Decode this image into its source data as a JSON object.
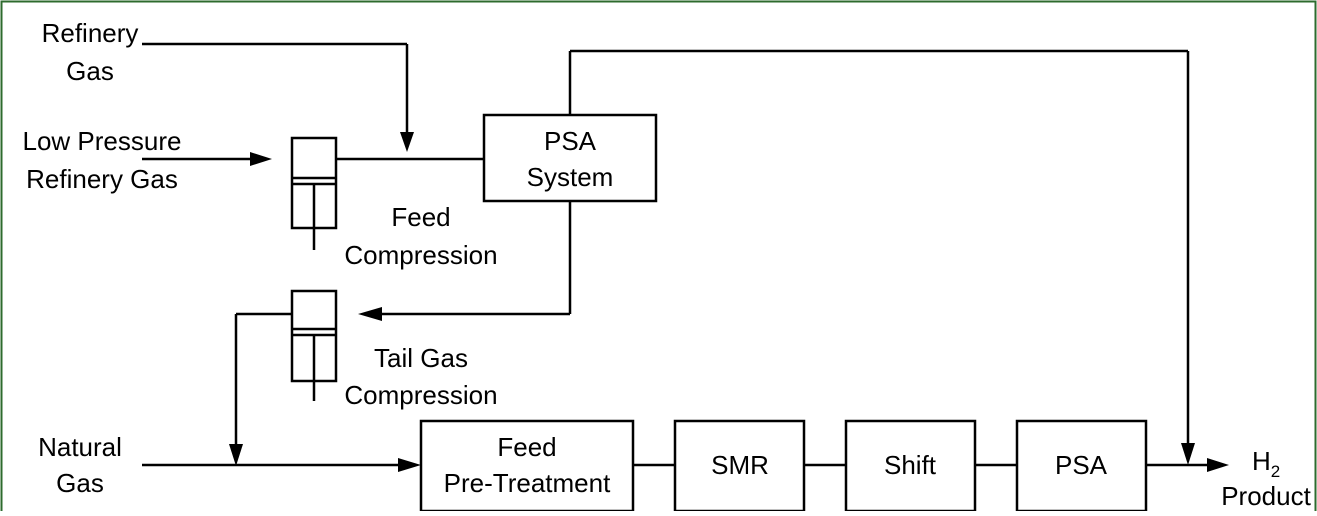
{
  "colors": {
    "frame": "#2e6b2e",
    "line": "#000000",
    "background": "#ffffff"
  },
  "inputs": {
    "refinery_gas": [
      "Refinery",
      "Gas"
    ],
    "low_pressure_refinery_gas": [
      "Low Pressure",
      "Refinery Gas"
    ],
    "natural_gas": [
      "Natural",
      "Gas"
    ]
  },
  "units": {
    "psa_system": [
      "PSA",
      "System"
    ],
    "feed_pretreatment": [
      "Feed",
      "Pre-Treatment"
    ],
    "smr": "SMR",
    "shift": "Shift",
    "psa": "PSA"
  },
  "compressors": {
    "feed": [
      "Feed",
      "Compression"
    ],
    "tail_gas": [
      "Tail Gas",
      "Compression"
    ]
  },
  "product": {
    "symbol": "H",
    "subscript": "2",
    "label": "Product"
  }
}
